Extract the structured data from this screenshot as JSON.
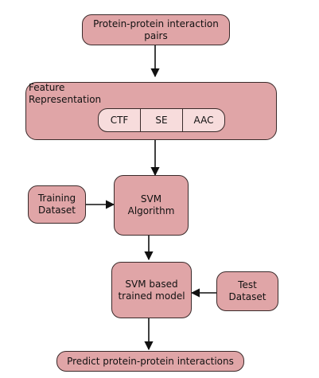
{
  "nodes": {
    "ppi_pairs": "Protein-protein interaction\npairs",
    "feature_representation": "Feature\nRepresentation",
    "features": [
      "CTF",
      "SE",
      "AAC"
    ],
    "training_dataset": "Training\nDataset",
    "svm_algorithm": "SVM\nAlgorithm",
    "svm_trained_model": "SVM based\ntrained model",
    "test_dataset": "Test\nDataset",
    "predict": "Predict protein-protein interactions"
  },
  "colors": {
    "box_fill": "#e0a5a7",
    "sub_fill": "#f7dcdc",
    "stroke": "#3a2a2a",
    "arrow": "#111111"
  }
}
